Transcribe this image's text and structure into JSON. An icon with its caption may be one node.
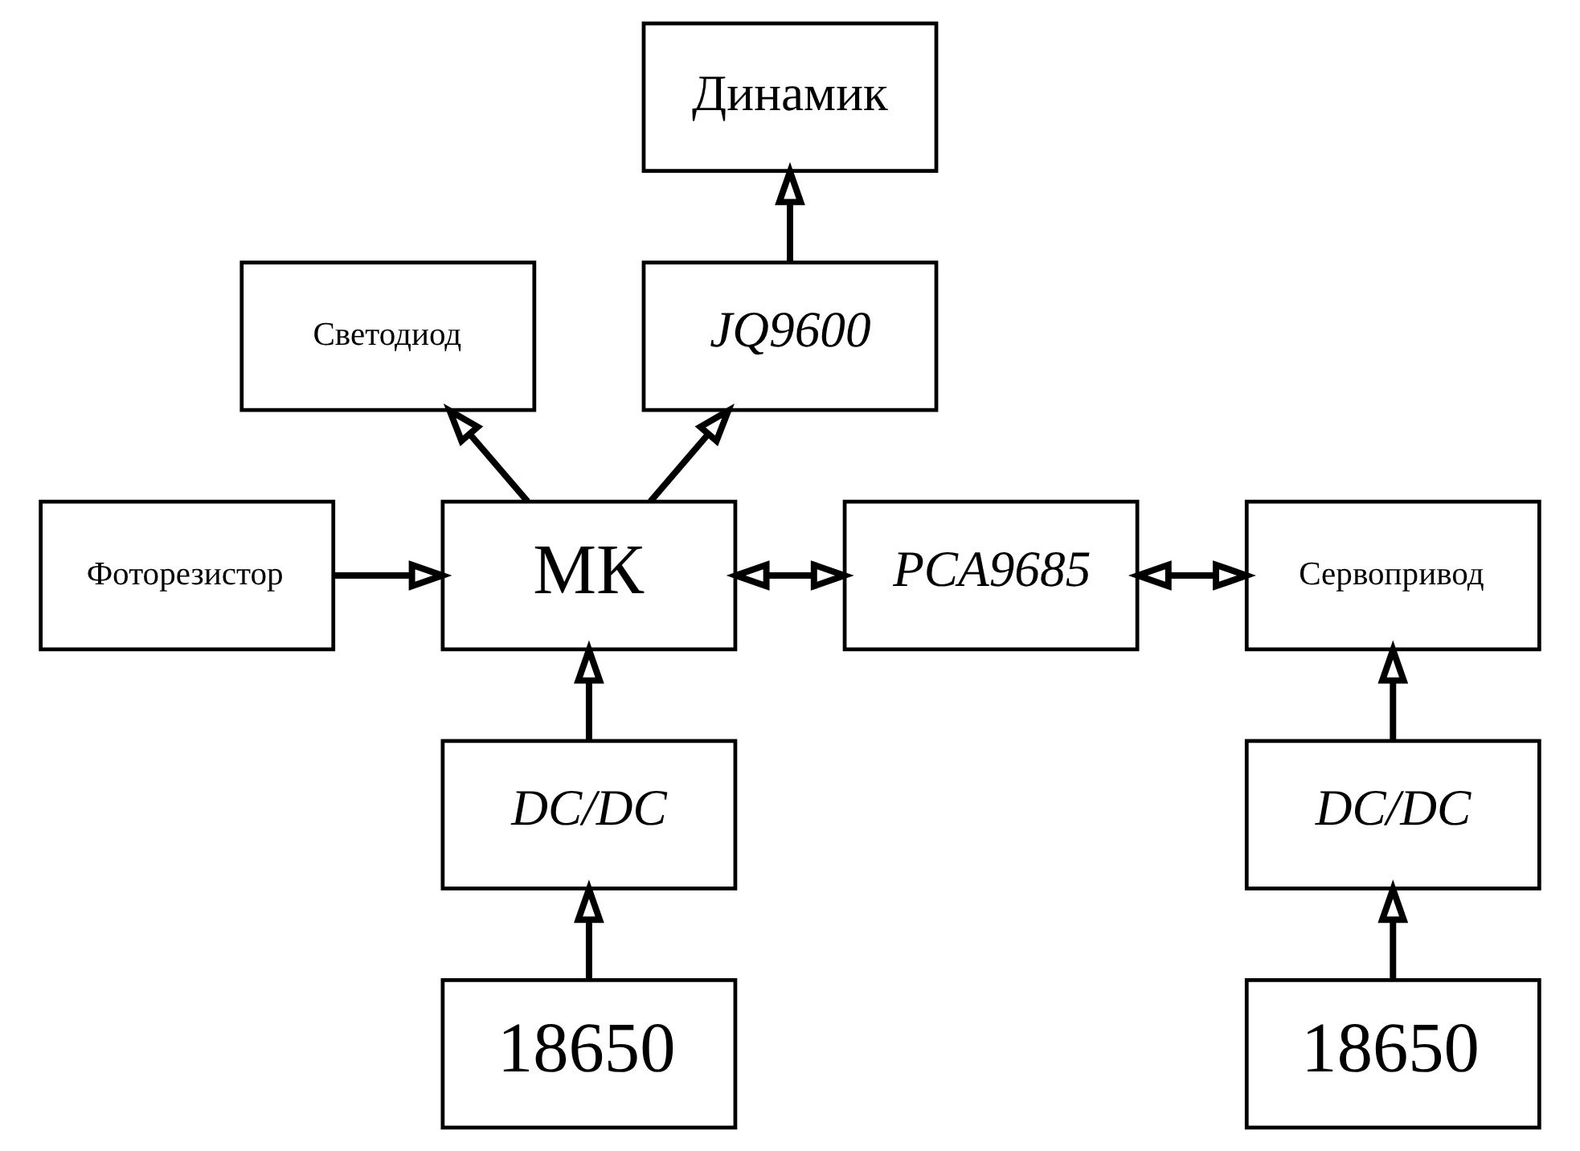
{
  "diagram": {
    "nodes": [
      {
        "text": [
          "Динамик"
        ]
      },
      {
        "text": [
          "Светодиод"
        ]
      },
      {
        "text": [
          "JQ9600"
        ]
      },
      {
        "text": [
          "Фоторезистор"
        ]
      },
      {
        "text": [
          "МК"
        ]
      },
      {
        "text": [
          "PCA9685"
        ]
      },
      {
        "text": [
          "Сервопривод"
        ]
      },
      {
        "text": [
          "DC/DC"
        ]
      },
      {
        "text": [
          "DC/DC"
        ]
      },
      {
        "text": [
          "18650"
        ]
      },
      {
        "text": [
          "18650"
        ]
      }
    ],
    "edges": [
      {
        "from": 2,
        "to": 0,
        "arrow": "to"
      },
      {
        "from": 4,
        "to": 1,
        "arrow": "to"
      },
      {
        "from": 4,
        "to": 2,
        "arrow": "to"
      },
      {
        "from": 3,
        "to": 4,
        "arrow": "to"
      },
      {
        "from": 4,
        "to": 5,
        "arrow": "both"
      },
      {
        "from": 5,
        "to": 6,
        "arrow": "both"
      },
      {
        "from": 7,
        "to": 4,
        "arrow": "to"
      },
      {
        "from": 9,
        "to": 7,
        "arrow": "to"
      },
      {
        "from": 8,
        "to": 6,
        "arrow": "to"
      },
      {
        "from": 10,
        "to": 8,
        "arrow": "to"
      }
    ]
  }
}
